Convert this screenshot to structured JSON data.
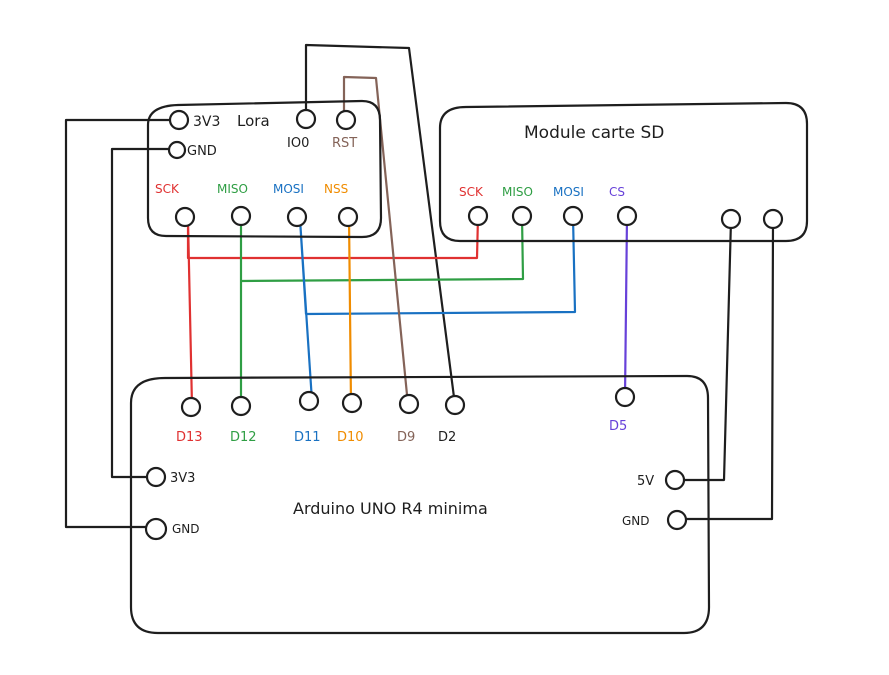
{
  "colors": {
    "ink": "#1e1e1e",
    "sck": "#e03131",
    "miso": "#2f9e44",
    "mosi": "#1971c2",
    "nss": "#f08c00",
    "rst": "#846358",
    "cs": "#6741d9"
  },
  "lora": {
    "title": "Lora",
    "pin_3v3": "3V3",
    "pin_gnd": "GND",
    "pin_io0": "IO0",
    "pin_rst": "RST",
    "pin_sck": "SCK",
    "pin_miso": "MISO",
    "pin_mosi": "MOSI",
    "pin_nss": "NSS"
  },
  "sd": {
    "title": "Module carte SD",
    "pin_sck": "SCK",
    "pin_miso": "MISO",
    "pin_mosi": "MOSI",
    "pin_cs": "CS"
  },
  "arduino": {
    "title": "Arduino UNO R4 minima",
    "pin_d13": "D13",
    "pin_d12": "D12",
    "pin_d11": "D11",
    "pin_d10": "D10",
    "pin_d9": "D9",
    "pin_d2": "D2",
    "pin_d5": "D5",
    "pin_3v3": "3V3",
    "pin_gnd": "GND",
    "pin_5v": "5V",
    "pin_gnd_right": "GND"
  }
}
